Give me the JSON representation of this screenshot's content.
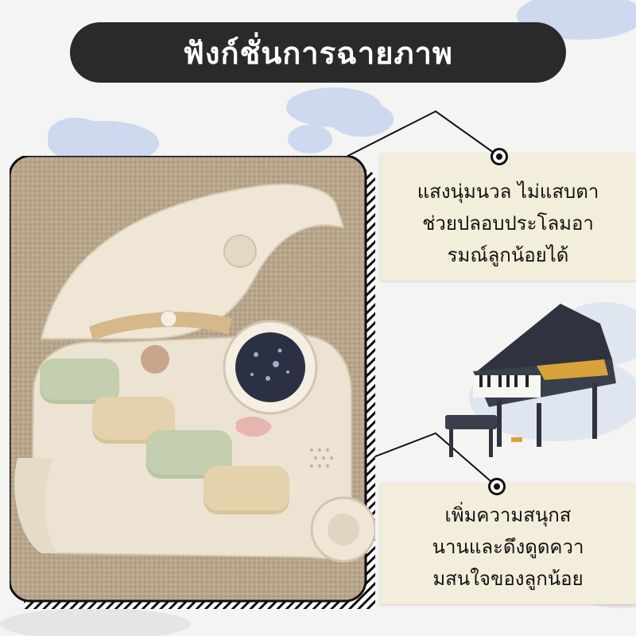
{
  "title": "ฟังก์ชั่นการฉายภาพ",
  "callouts": [
    {
      "lines": [
        "แสงนุ่มนวล ไม่แสบตา",
        "ช่วยปลอบประโลมอา",
        "รมณ์ลูกน้อยได้"
      ]
    },
    {
      "lines": [
        "เพิ่มความสนุกส",
        "นานและดึงดูดควา",
        "มสนใจของลูกน้อย"
      ]
    }
  ],
  "colors": {
    "title_bg": "#2a2a2a",
    "note_bg": "#f3eedb",
    "toy_body": "#efe6d6",
    "button_green": "#b7c5a2",
    "button_tan": "#d9c59b",
    "button_pink": "#e7b5b0",
    "projector_screen": "#2b3142"
  },
  "icons": [
    "projector-toy-photo",
    "grand-piano-illustration",
    "callout-marker-icon"
  ]
}
